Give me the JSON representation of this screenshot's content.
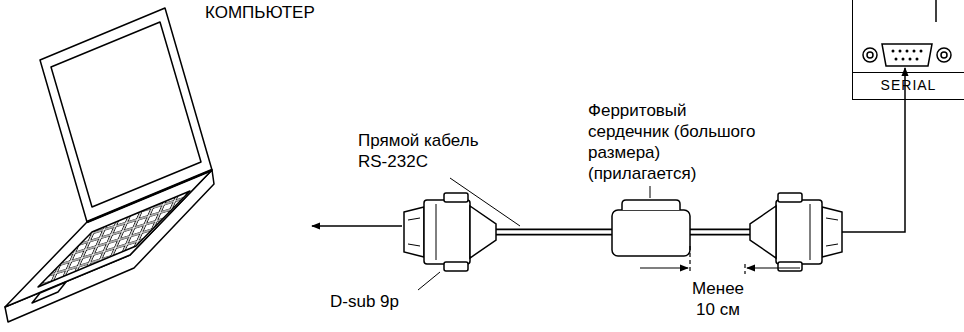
{
  "diagram": {
    "nodes": [
      {
        "text": [
          "SERIAL"
        ]
      }
    ],
    "labels": [
      "КОМПЬЮТЕР",
      "Прямой кабель RS-232C",
      "Ферритовый сердечник (большого размера) (прилагается)",
      "D-sub 9p",
      "Менее 10 см"
    ]
  }
}
